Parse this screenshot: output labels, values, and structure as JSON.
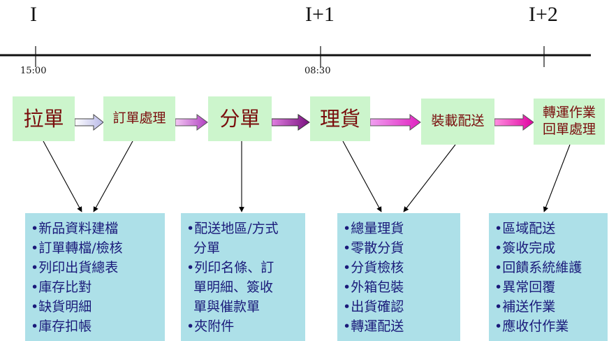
{
  "timeline": {
    "days": [
      "I",
      "I+1",
      "I+2"
    ],
    "times": [
      "15:00",
      "08:30"
    ]
  },
  "processes": [
    "拉單",
    "訂單處理",
    "分單",
    "理貨",
    "裝載配送",
    "轉運作業",
    "回單處理"
  ],
  "details": {
    "box1": [
      "•新品資料建檔",
      "•訂單轉檔/檢核",
      "•列印出貨總表",
      "•庫存比對",
      "•缺貨明細",
      "•庫存扣帳"
    ],
    "box2": [
      "•配送地區/方式",
      "分單",
      "•列印名條、訂",
      "單明細、簽收",
      "單與催款單",
      "•夾附件"
    ],
    "box3": [
      "•總量理貨",
      "•零散分貨",
      "•分貨檢核",
      "•外箱包裝",
      "•出貨確認",
      "•轉運配送"
    ],
    "box4": [
      "•區域配送",
      "•簽收完成",
      "•回饋系統維護",
      "•異常回覆",
      "•補送作業",
      "•應收付作業"
    ]
  },
  "colors": {
    "process_bg": "#ccf5cc",
    "process_text": "#7a0d0d",
    "detail_bg": "#ade0e8",
    "detail_text": "#1a1a7a",
    "timeline": "#111111"
  }
}
